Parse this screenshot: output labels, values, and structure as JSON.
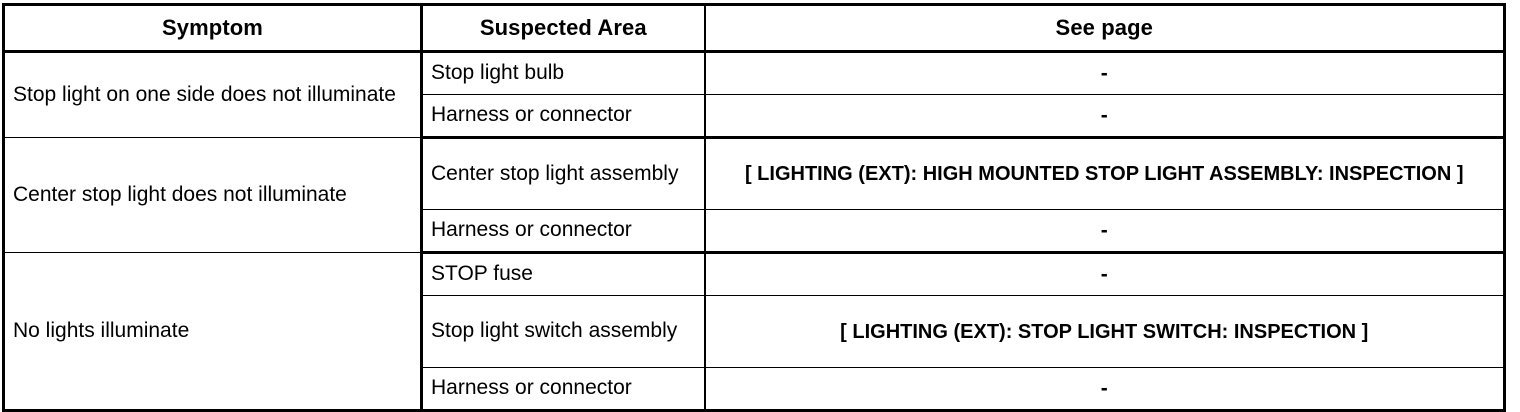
{
  "table": {
    "name": "stop-light-symptom-troubleshooting-table",
    "columns": [
      {
        "key": "symptom",
        "label": "Symptom"
      },
      {
        "key": "suspected_area",
        "label": "Suspected Area"
      },
      {
        "key": "see_page",
        "label": "See page"
      }
    ],
    "groups": [
      {
        "symptom": "Stop light on one side does not illuminate",
        "rows": [
          {
            "suspected_area": "Stop light bulb",
            "see_page": "-",
            "page_is_reference": false
          },
          {
            "suspected_area": "Harness or connector",
            "see_page": "-",
            "page_is_reference": false
          }
        ]
      },
      {
        "symptom": "Center stop light does not illuminate",
        "rows": [
          {
            "suspected_area": "Center stop light assembly",
            "see_page": "[ LIGHTING (EXT): HIGH MOUNTED STOP LIGHT ASSEMBLY: INSPECTION ]",
            "page_is_reference": true
          },
          {
            "suspected_area": "Harness or connector",
            "see_page": "-",
            "page_is_reference": false
          }
        ]
      },
      {
        "symptom": "No lights illuminate",
        "rows": [
          {
            "suspected_area": "STOP fuse",
            "see_page": "-",
            "page_is_reference": false
          },
          {
            "suspected_area": "Stop light switch assembly",
            "see_page": "[ LIGHTING (EXT): STOP LIGHT SWITCH: INSPECTION ]",
            "page_is_reference": true
          },
          {
            "suspected_area": "Harness or connector",
            "see_page": "-",
            "page_is_reference": false
          }
        ]
      }
    ]
  },
  "colors": {
    "border": "#000000",
    "text": "#000000",
    "background": "#ffffff"
  }
}
